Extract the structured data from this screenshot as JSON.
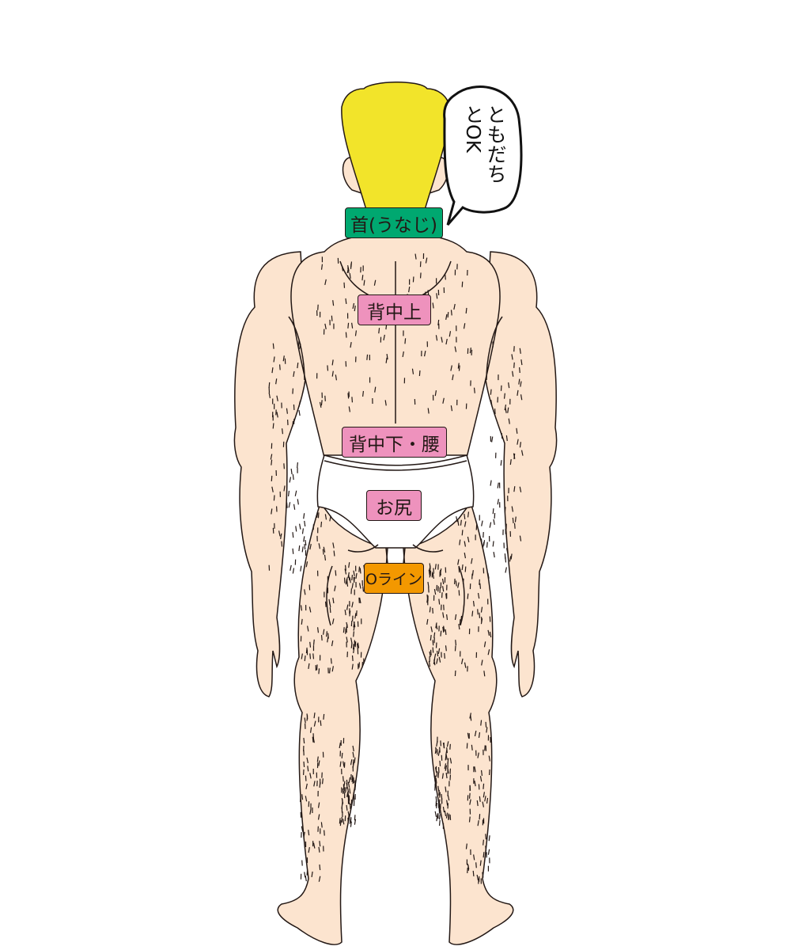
{
  "colors": {
    "skin": "#FCE4CF",
    "hair": "#F2E42A",
    "outline": "#231815",
    "neck_label": "#00A870",
    "back_label": "#EE92BD",
    "oline_label": "#F39800",
    "briefs": "#FFFFFF"
  },
  "speech_bubble": {
    "lines": [
      "ともだち",
      "とOK"
    ]
  },
  "labels": {
    "neck": "首(うなじ)",
    "upper_back": "背中上",
    "lower_back": "背中下・腰",
    "buttocks": "お尻",
    "o_line": "Oライン"
  }
}
